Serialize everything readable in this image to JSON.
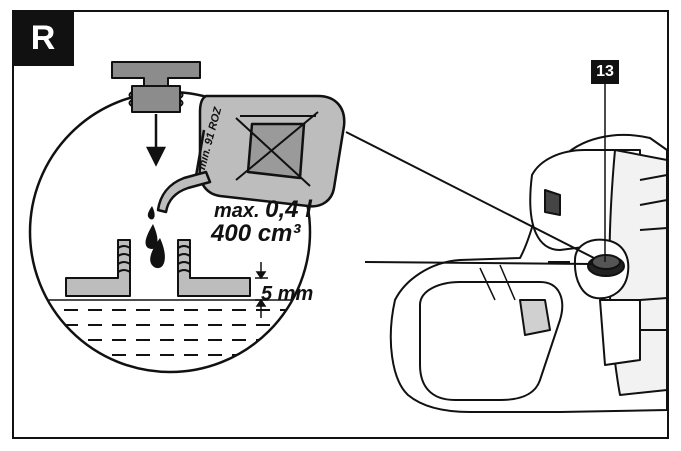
{
  "figure": {
    "step_badge": "R",
    "part_number": "13"
  },
  "labels": {
    "max_prefix": "max.",
    "max_volume": "0,4 l",
    "volume_cm": "400 cm³",
    "fill_gap": "5 mm",
    "fuel_spec": "min. 91 ROZ"
  },
  "colors": {
    "outline": "#111111",
    "cap_fill": "#8c8c8c",
    "tank_fill": "#bdbdbd",
    "background": "#ffffff"
  },
  "icons": {
    "cap": "filler-cap-icon",
    "arrow": "arrow-down-icon",
    "drops": "oil-drops-icon",
    "canister": "fuel-canister-icon"
  }
}
